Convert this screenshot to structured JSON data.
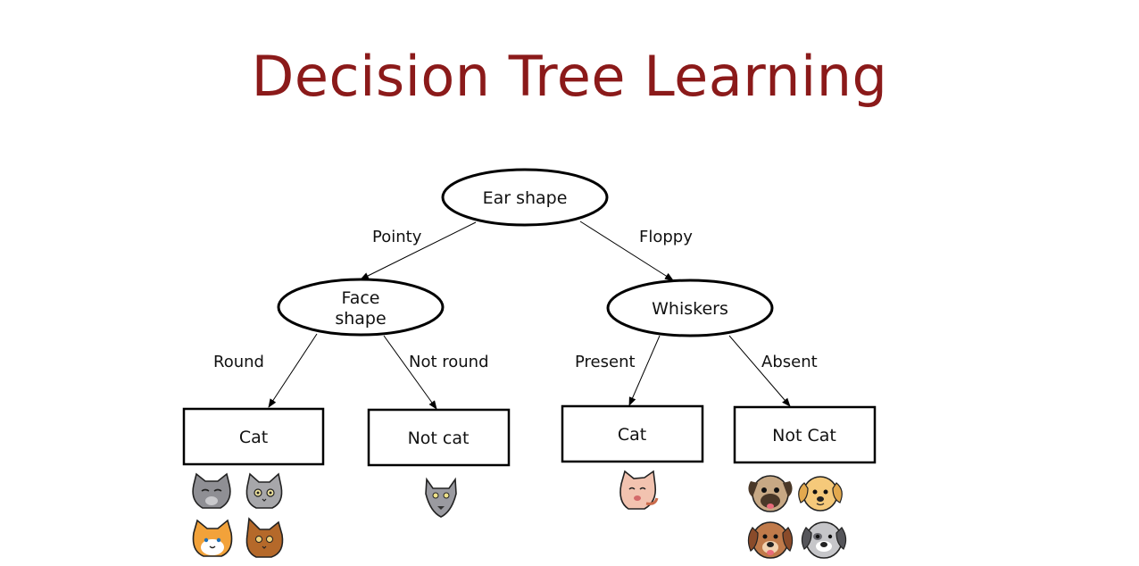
{
  "title": "Decision Tree Learning",
  "colors": {
    "title": "#8b1a1a",
    "stroke": "#000000"
  },
  "nodes": {
    "root": {
      "label": "Ear shape"
    },
    "face": {
      "line1": "Face",
      "line2": "shape"
    },
    "whiskers": {
      "label": "Whiskers"
    }
  },
  "edges": {
    "pointy": "Pointy",
    "floppy": "Floppy",
    "round": "Round",
    "not_round": "Not round",
    "present": "Present",
    "absent": "Absent"
  },
  "leaves": {
    "cat1": "Cat",
    "not_cat1": "Not cat",
    "cat2": "Cat",
    "not_cat2": "Not Cat"
  },
  "icons": {
    "leaf1": [
      "grey-cat-icon",
      "grey-cat-icon",
      "orange-cat-icon",
      "brown-cat-icon"
    ],
    "leaf2": [
      "grey-cat-icon"
    ],
    "leaf3": [
      "pink-cat-icon"
    ],
    "leaf4": [
      "pug-dog-icon",
      "golden-dog-icon",
      "brown-dog-icon",
      "grey-dog-icon"
    ]
  }
}
